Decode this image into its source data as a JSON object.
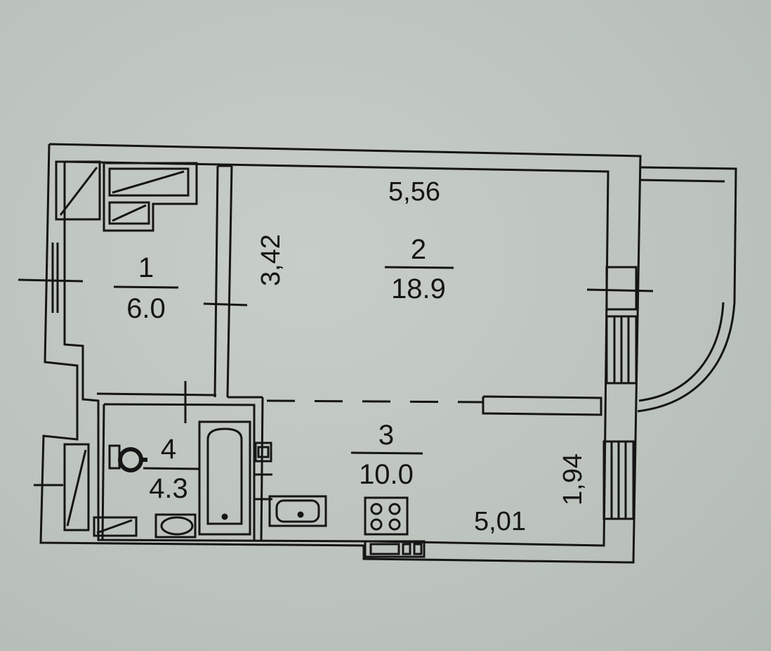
{
  "rooms": [
    {
      "number": "1",
      "area": "6.0"
    },
    {
      "number": "2",
      "area": "18.9"
    },
    {
      "number": "3",
      "area": "10.0"
    },
    {
      "number": "4",
      "area": "4.3"
    }
  ],
  "dimensions": {
    "room2_width": "5,56",
    "room2_depth": "3,42",
    "room3_width": "5,01",
    "room3_depth": "1,94"
  }
}
